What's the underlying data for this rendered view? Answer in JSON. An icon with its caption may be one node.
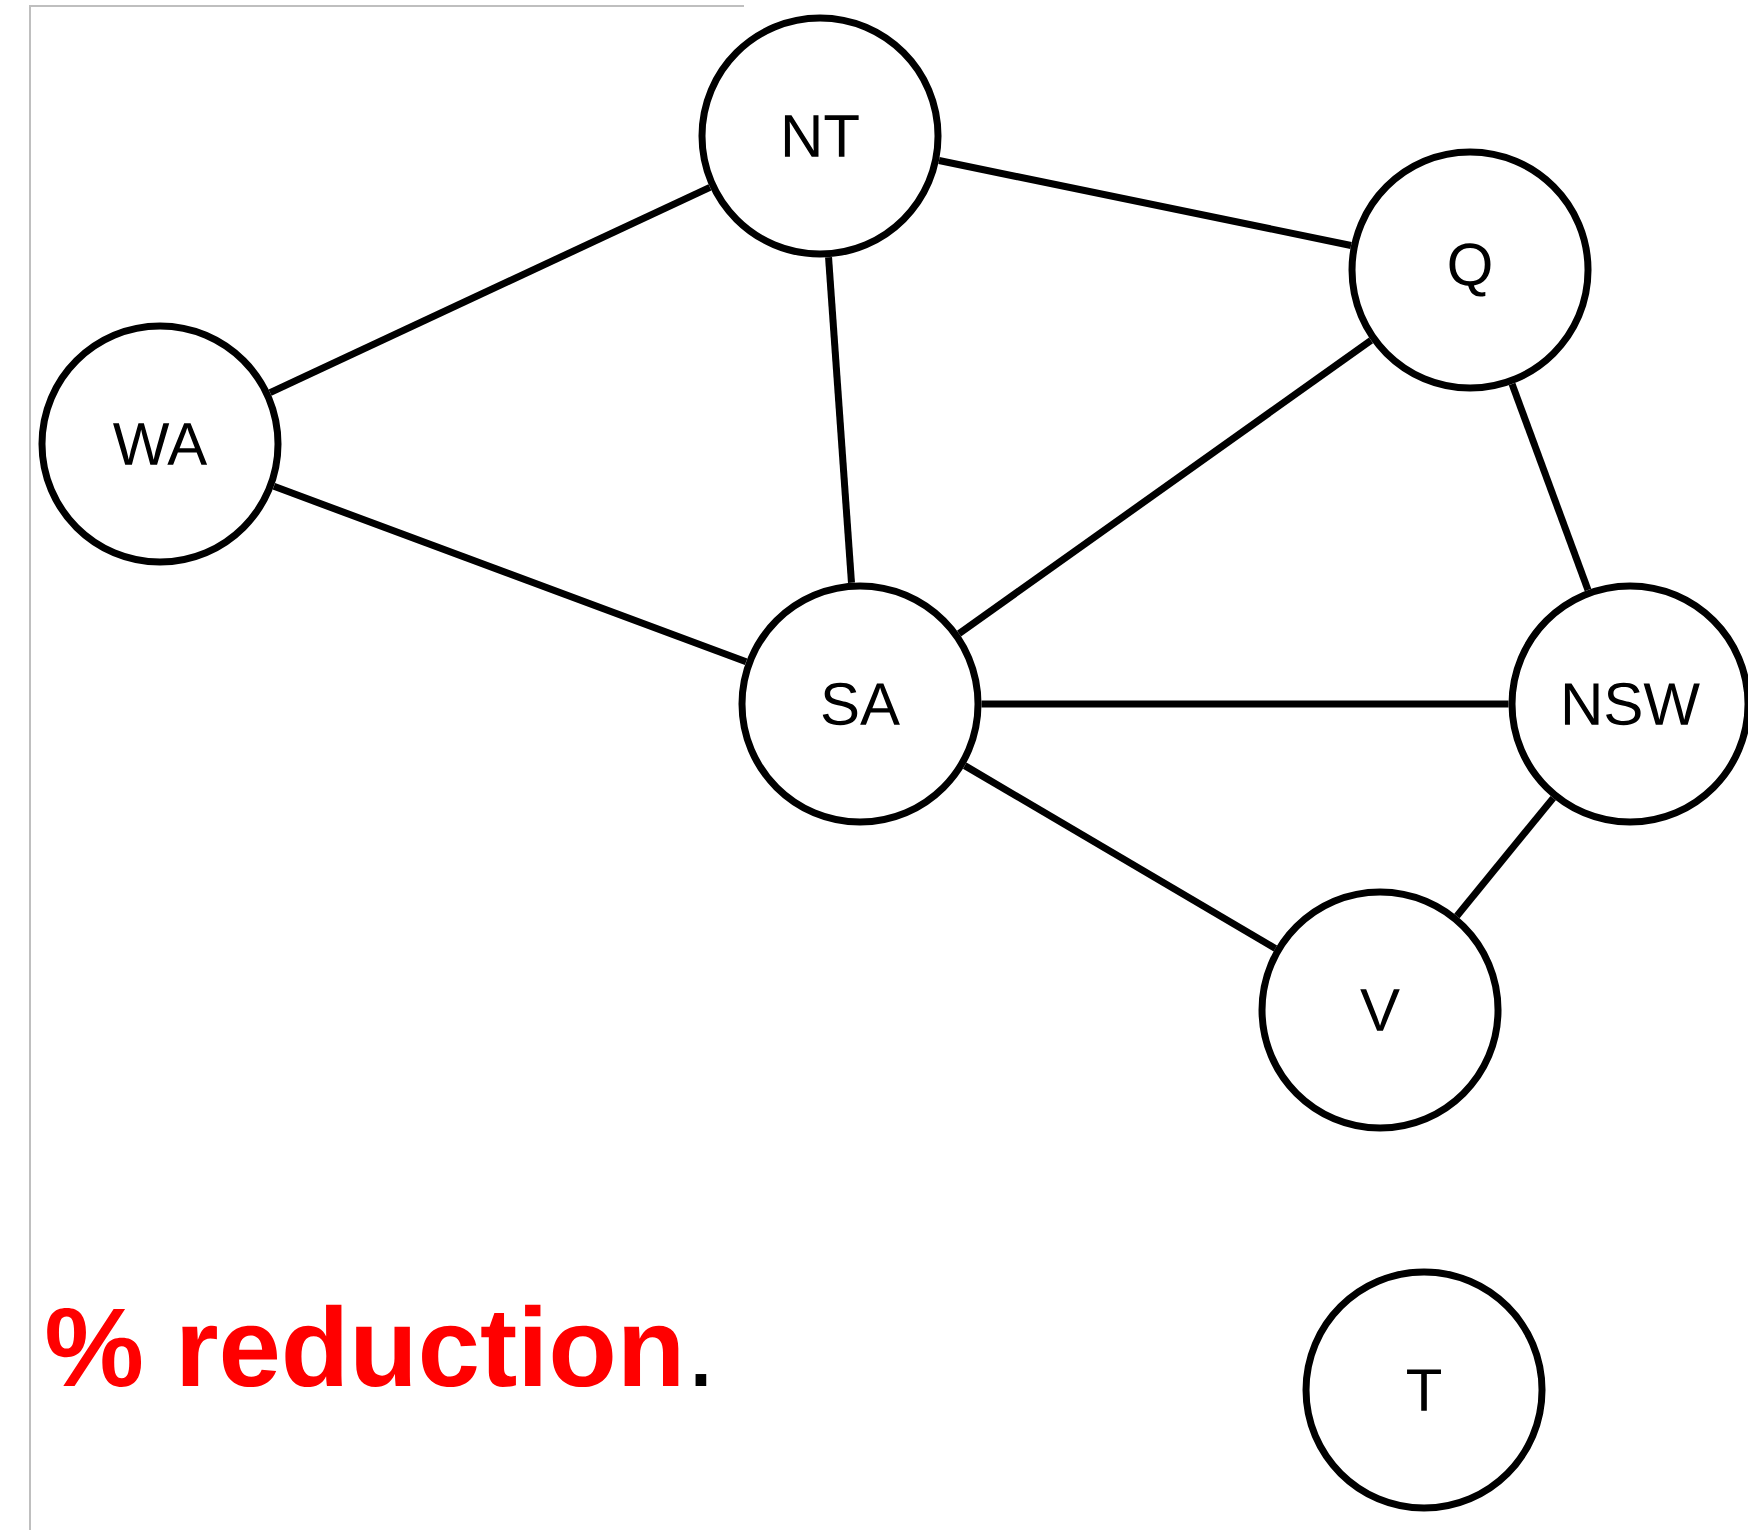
{
  "diagram": {
    "nodes": [
      {
        "text": [
          "WA"
        ]
      },
      {
        "text": [
          "NT"
        ]
      },
      {
        "text": [
          "Q"
        ]
      },
      {
        "text": [
          "SA"
        ]
      },
      {
        "text": [
          "NSW"
        ]
      },
      {
        "text": [
          "V"
        ]
      },
      {
        "text": [
          "T"
        ]
      }
    ],
    "edges": [
      {
        "from": 0,
        "to": 1,
        "arrow": "none"
      },
      {
        "from": 0,
        "to": 3,
        "arrow": "none"
      },
      {
        "from": 1,
        "to": 3,
        "arrow": "none"
      },
      {
        "from": 1,
        "to": 2,
        "arrow": "none"
      },
      {
        "from": 3,
        "to": 2,
        "arrow": "none"
      },
      {
        "from": 3,
        "to": 4,
        "arrow": "none"
      },
      {
        "from": 3,
        "to": 5,
        "arrow": "none"
      },
      {
        "from": 2,
        "to": 4,
        "arrow": "none"
      },
      {
        "from": 4,
        "to": 5,
        "arrow": "none"
      }
    ],
    "labels": [
      "% reduction",
      "."
    ]
  }
}
